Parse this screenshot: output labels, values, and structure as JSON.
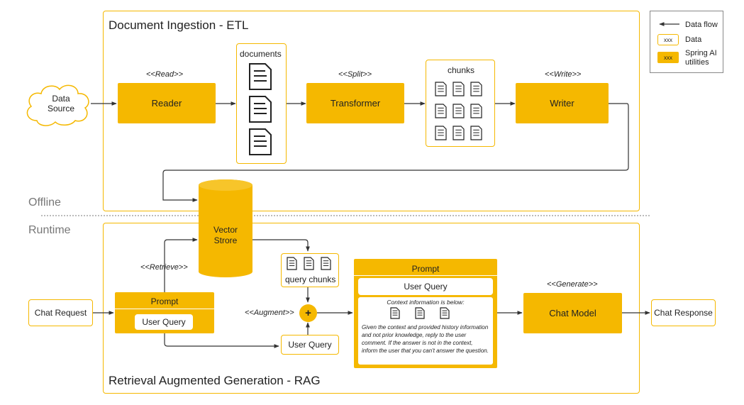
{
  "legend": {
    "data_flow": "Data flow",
    "xxx": "xxx",
    "data": "Data",
    "spring_utilities": "Spring AI utilities"
  },
  "etl": {
    "title": "Document Ingestion - ETL",
    "data_source": "Data Source",
    "read_stereo": "<<Read>>",
    "reader": "Reader",
    "documents": "documents",
    "split_stereo": "<<Split>>",
    "transformer": "Transformer",
    "chunks": "chunks",
    "write_stereo": "<<Write>>",
    "writer": "Writer"
  },
  "sections": {
    "offline": "Offline",
    "runtime": "Runtime"
  },
  "vector_store": "Vector Strore",
  "rag": {
    "title": "Retrieval Augmented Generation - RAG",
    "chat_request": "Chat Request",
    "retrieve_stereo": "<<Retrieve>>",
    "prompt": "Prompt",
    "user_query": "User Query",
    "query_chunks": "query chunks",
    "augment_stereo": "<<Augment>>",
    "plus": "+",
    "context_heading": "Context information is below:",
    "instruction": "Given the context and provided history information and not prior knowledge, reply to the user comment. If the answer is not in the context, inform the user that you can't answer the question.",
    "generate_stereo": "<<Generate>>",
    "chat_model": "Chat Model",
    "chat_response": "Chat Response"
  }
}
